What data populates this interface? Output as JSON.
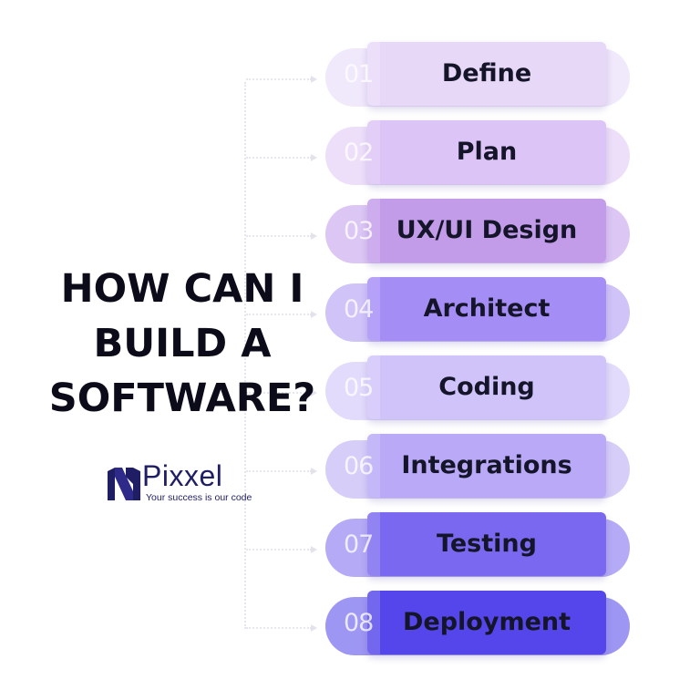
{
  "heading": {
    "lines": [
      "HOW CAN I",
      "BUILD A",
      "SOFTWARE?"
    ]
  },
  "logo": {
    "name": "Pixxel",
    "tagline": "Your success is our code",
    "color": "#1f1e64",
    "icon": "pixxel-logo-icon"
  },
  "steps": [
    {
      "number": "01",
      "label": "Define",
      "card_color": "#e8d8f8",
      "pill_color": "#f0e8fb"
    },
    {
      "number": "02",
      "label": "Plan",
      "card_color": "#dcc4f6",
      "pill_color": "#eddff9"
    },
    {
      "number": "03",
      "label": "UX/UI Design",
      "card_color": "#c29ce9",
      "pill_color": "#dcc6f4"
    },
    {
      "number": "04",
      "label": "Architect",
      "card_color": "#a58df6",
      "pill_color": "#cfc3f8"
    },
    {
      "number": "05",
      "label": "Coding",
      "card_color": "#d0c3fa",
      "pill_color": "#e3dbfb"
    },
    {
      "number": "06",
      "label": "Integrations",
      "card_color": "#b9a9f7",
      "pill_color": "#d7cdf9"
    },
    {
      "number": "07",
      "label": "Testing",
      "card_color": "#7a68f0",
      "pill_color": "#b4aaf6"
    },
    {
      "number": "08",
      "label": "Deployment",
      "card_color": "#5446ea",
      "pill_color": "#9e96f3"
    }
  ]
}
